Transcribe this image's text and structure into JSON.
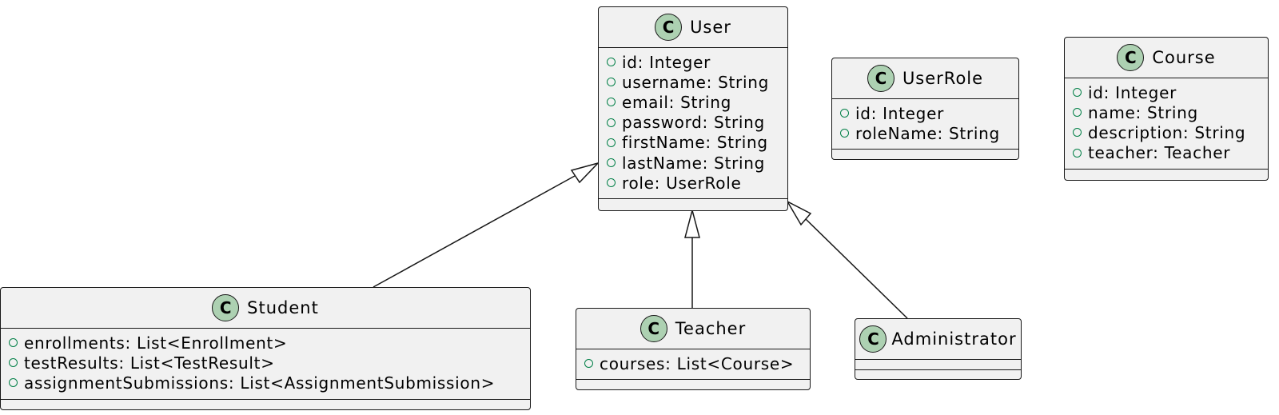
{
  "classes": {
    "user": {
      "name": "User",
      "icon": "C",
      "attributes": [
        "id: Integer",
        "username: String",
        "email: String",
        "password: String",
        "firstName: String",
        "lastName: String",
        "role: UserRole"
      ]
    },
    "userrole": {
      "name": "UserRole",
      "icon": "C",
      "attributes": [
        "id: Integer",
        "roleName: String"
      ]
    },
    "course": {
      "name": "Course",
      "icon": "C",
      "attributes": [
        "id: Integer",
        "name: String",
        "description: String",
        "teacher: Teacher"
      ]
    },
    "student": {
      "name": "Student",
      "icon": "C",
      "attributes": [
        "enrollments: List<Enrollment>",
        "testResults: List<TestResult>",
        "assignmentSubmissions: List<AssignmentSubmission>"
      ]
    },
    "teacher": {
      "name": "Teacher",
      "icon": "C",
      "attributes": [
        "courses: List<Course>"
      ]
    },
    "administrator": {
      "name": "Administrator",
      "icon": "C",
      "attributes": []
    }
  },
  "relations": [
    {
      "type": "inheritance",
      "from": "Student",
      "to": "User"
    },
    {
      "type": "inheritance",
      "from": "Teacher",
      "to": "User"
    },
    {
      "type": "inheritance",
      "from": "Administrator",
      "to": "User"
    }
  ],
  "colors": {
    "class_fill": "#f1f1f1",
    "border": "#181818",
    "class_icon_fill": "#add1b2",
    "visibility_icon": "#038048"
  },
  "icons": {
    "class_icon": "class-c-icon",
    "visibility_icon": "public-visibility-icon"
  }
}
